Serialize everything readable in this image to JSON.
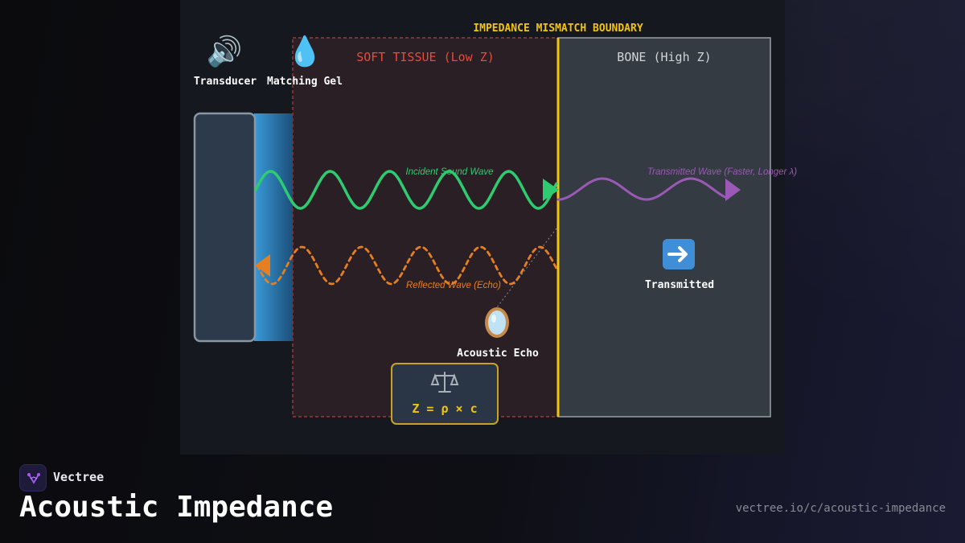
{
  "diagram": {
    "boundary_label": "IMPEDANCE MISMATCH BOUNDARY",
    "soft_tissue_label": "SOFT TISSUE (Low Z)",
    "bone_label": "BONE (High Z)",
    "transducer": {
      "icon": "speaker-icon",
      "glyph": "🔊",
      "label": "Transducer"
    },
    "gel": {
      "icon": "droplet-icon",
      "glyph": "💧",
      "label": "Matching Gel"
    },
    "incident_wave_label": "Incident Sound Wave",
    "reflected_wave_label": "Reflected Wave (Echo)",
    "transmitted_wave_label": "Transmitted Wave (Faster, Longer λ)",
    "transmitted": {
      "icon": "right-arrow-icon",
      "glyph": "➡️",
      "label": "Transmitted"
    },
    "echo": {
      "icon": "mirror-icon",
      "glyph": "🪞",
      "label": "Acoustic Echo"
    },
    "formula": {
      "icon": "balance-scale-icon",
      "glyph": "⚖️",
      "text": "Z = ρ × c"
    },
    "colors": {
      "incident": "#2ecc71",
      "reflected": "#e67e22",
      "transmitted": "#9b59b6",
      "boundary": "#f1c40f",
      "soft_tissue_text": "#e74c3c",
      "bone_text": "#d0d4d8"
    }
  },
  "footer": {
    "brand": "Vectree",
    "title": "Acoustic Impedance",
    "url": "vectree.io/c/acoustic-impedance"
  }
}
